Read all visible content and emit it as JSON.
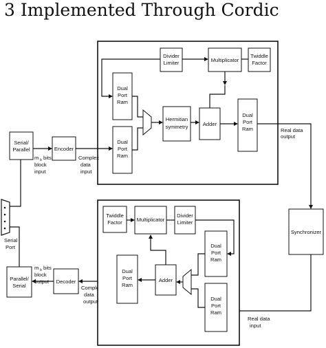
{
  "heading": "3  Implemented Through Cordic",
  "top_stage": {
    "divider_limiter": [
      "Divider",
      "Limiter"
    ],
    "multiplicator": "Multiplicator",
    "twiddle_factor": [
      "Twiddle",
      "Factor"
    ],
    "dual_port_ram_upper": [
      "Dual",
      "Port",
      "Ram"
    ],
    "dual_port_ram_lower": [
      "Dual",
      "Port",
      "Ram"
    ],
    "hermitian_symmetry": [
      "Hermitian",
      "symmetry"
    ],
    "adder": "Adder",
    "dual_port_ram_output": [
      "Dual",
      "Port",
      "Ram"
    ],
    "real_data_output": [
      "Real data",
      "output"
    ]
  },
  "bottom_stage": {
    "twiddle_factor": [
      "Twiddle",
      "Factor"
    ],
    "multiplicator": "Multiplicator",
    "divider_limiter": [
      "Divider",
      "Limiter"
    ],
    "dual_port_ram_left": [
      "Dual",
      "Port",
      "Ram"
    ],
    "adder": "Adder",
    "dual_port_ram_upper": [
      "Dual",
      "Port",
      "Ram"
    ],
    "dual_port_ram_lower": [
      "Dual",
      "Port",
      "Ram"
    ],
    "real_data_input": [
      "Real data",
      "input"
    ]
  },
  "transmit_path": {
    "serial_parallel": [
      "Serial/",
      "Parallel"
    ],
    "input_label": [
      "m",
      "bits",
      "block",
      "input"
    ],
    "encoder": "Encoder",
    "complex_data_input": [
      "Complex",
      "data",
      "input"
    ]
  },
  "receive_path": {
    "parallel_serial": [
      "Parallel/",
      "Serial"
    ],
    "output_label": [
      "m",
      "bits",
      "block",
      "output"
    ],
    "decoder": "Decoder",
    "complex_data_output": [
      "Complex",
      "data",
      "output"
    ]
  },
  "serial_port": [
    "Serial",
    "Port"
  ],
  "synchronizer": "Synchronizer"
}
